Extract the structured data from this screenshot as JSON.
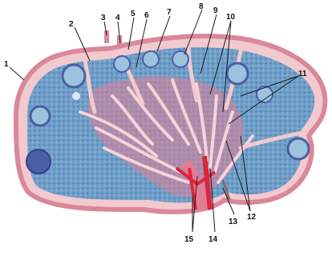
{
  "diagram": {
    "colors": {
      "capsule_outer": "#d9889a",
      "capsule_inner": "#f2c9cf",
      "cortex_blue": "#6f9fc8",
      "follicle_center": "#9cc3de",
      "follicle_dark": "#4b5ea6",
      "medulla_pink": "#e17d95",
      "vessel_red": "#e0243a",
      "leader_line": "#1a1a1a"
    },
    "labels": [
      {
        "id": "1",
        "text": "1"
      },
      {
        "id": "2",
        "text": "2"
      },
      {
        "id": "3",
        "text": "3"
      },
      {
        "id": "4",
        "text": "4"
      },
      {
        "id": "5",
        "text": "5"
      },
      {
        "id": "6",
        "text": "6"
      },
      {
        "id": "7",
        "text": "7"
      },
      {
        "id": "8",
        "text": "8"
      },
      {
        "id": "9",
        "text": "9"
      },
      {
        "id": "10",
        "text": "10"
      },
      {
        "id": "11",
        "text": "11"
      },
      {
        "id": "12",
        "text": "12"
      },
      {
        "id": "13",
        "text": "13"
      },
      {
        "id": "14",
        "text": "14"
      },
      {
        "id": "15",
        "text": "15"
      }
    ]
  }
}
